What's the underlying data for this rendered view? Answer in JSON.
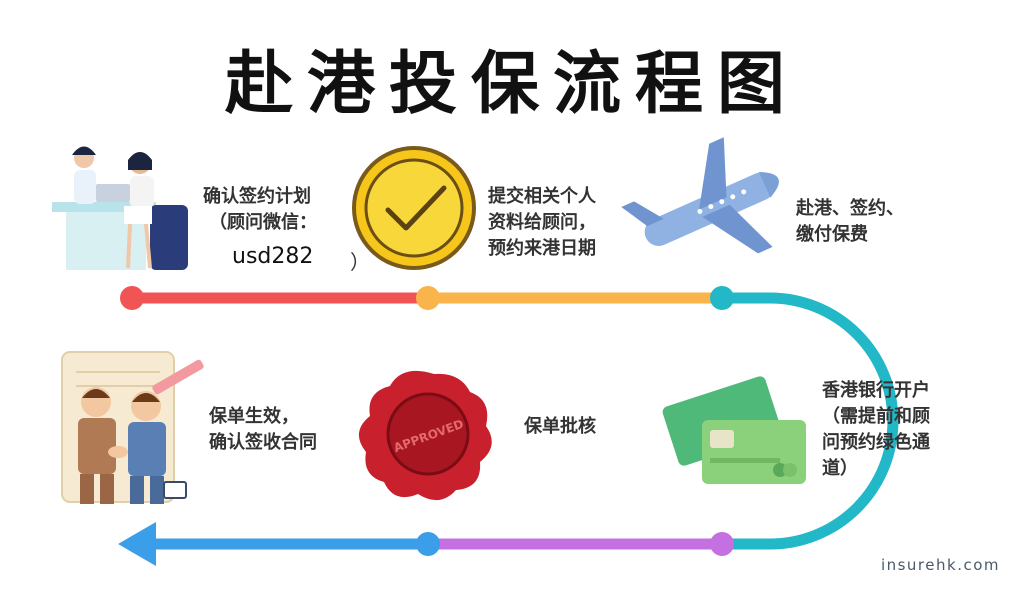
{
  "title": "赴港投保流程图",
  "steps": [
    {
      "lines": [
        "确认签约计划",
        "（顾问微信："
      ],
      "extra_value": "usd282",
      "extra_close": "）"
    },
    {
      "lines": [
        "提交相关个人",
        "资料给顾问，",
        "预约来港日期"
      ]
    },
    {
      "lines": [
        "赴港、签约、",
        "缴付保费"
      ]
    },
    {
      "lines": [
        "香港银行开户",
        "（需提前和顾",
        "问预约绿色通",
        "道）"
      ]
    },
    {
      "lines": [
        "保单批核"
      ]
    },
    {
      "lines": [
        "保单生效，",
        "确认签收合同"
      ]
    }
  ],
  "stamp_text": "APPROVED",
  "watermark": "insurehk.com",
  "colors": {
    "red": "#f05454",
    "orange": "#f9b54c",
    "teal": "#22b8c8",
    "purple": "#c570e0",
    "blue": "#3b9ee8",
    "gold": "#f6c71a"
  }
}
